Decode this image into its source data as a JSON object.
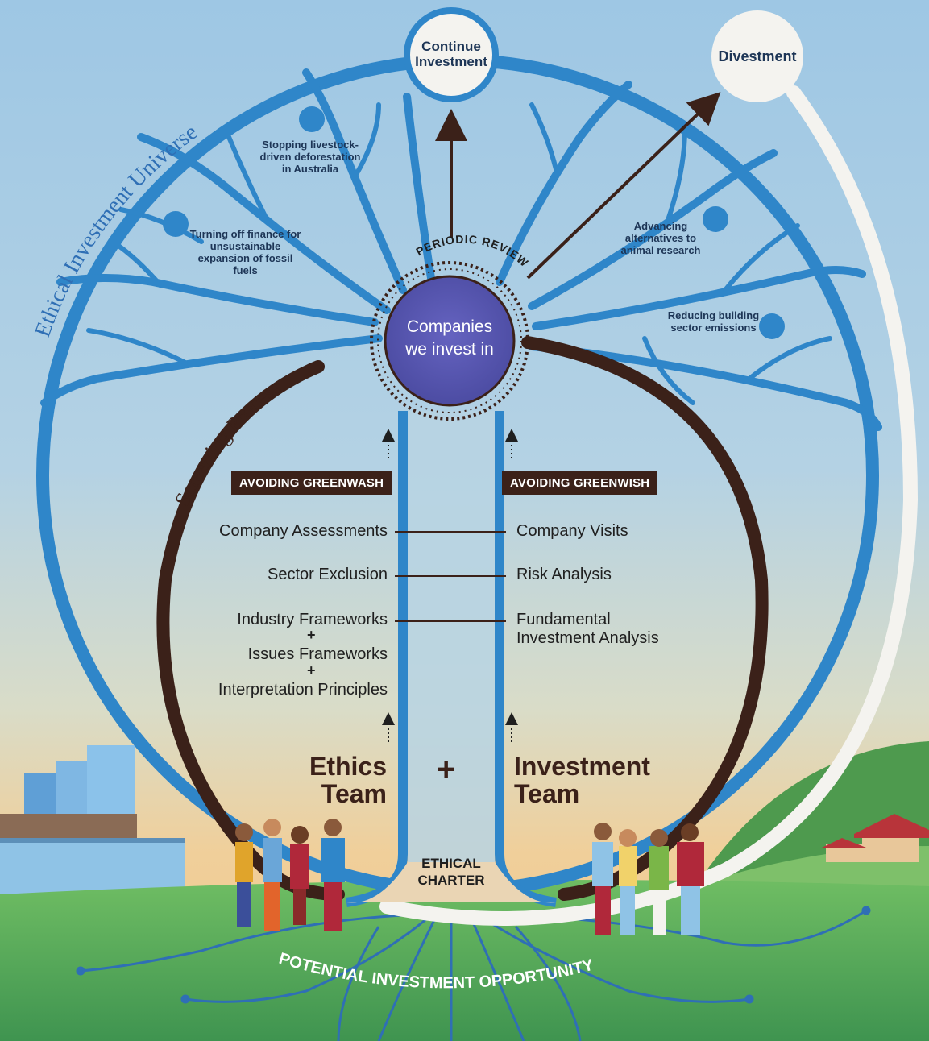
{
  "nodes": {
    "continue": "Continue Investment",
    "divestment": "Divestment",
    "companies_line1": "Companies",
    "companies_line2": "we invest in",
    "periodic_review": "PERIODIC REVIEW"
  },
  "arcs": {
    "universe": "Ethical Investment Universe",
    "screening": "Screening Process",
    "opportunity": "POTENTIAL INVESTMENT OPPORTUNITY"
  },
  "goals": [
    "Stopping livestock-driven deforestation in Australia",
    "Turning off finance for unsustainable expansion of fossil fuels",
    "Advancing alternatives to animal research",
    "Reducing building sector emissions"
  ],
  "labels": {
    "avoiding_greenwash": "AVOIDING GREENWASH",
    "avoiding_greenwish": "AVOIDING GREENWISH"
  },
  "left_steps": {
    "company_assessments": "Company Assessments",
    "sector_exclusion": "Sector Exclusion",
    "industry_frameworks": "Industry Frameworks",
    "plus1": "+",
    "issues_frameworks": "Issues Frameworks",
    "plus2": "+",
    "interpretation_principles": "Interpretation Principles"
  },
  "right_steps": {
    "company_visits": "Company Visits",
    "risk_analysis": "Risk Analysis",
    "fundamental_line1": "Fundamental",
    "fundamental_line2": "Investment Analysis"
  },
  "teams": {
    "ethics_line1": "Ethics",
    "ethics_line2": "Team",
    "plus": "+",
    "investment_line1": "Investment",
    "investment_line2": "Team"
  },
  "charter": {
    "line1": "ETHICAL",
    "line2": "CHARTER"
  },
  "colors": {
    "branch_blue": "#2f86c9",
    "bark_brown": "#3b2119",
    "core_purple": "#5a58b0",
    "sky": "#a8cde6",
    "ground_green": "#4fa45a"
  }
}
